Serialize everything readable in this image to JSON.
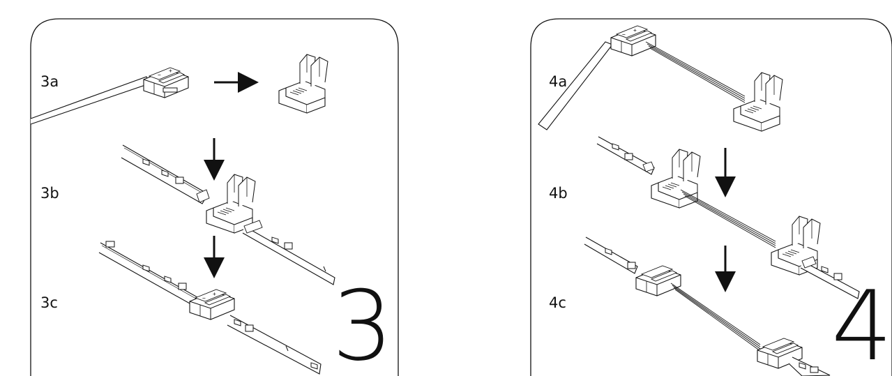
{
  "panel3": {
    "number": "3",
    "steps": [
      {
        "label": "3a"
      },
      {
        "label": "3b"
      },
      {
        "label": "3c"
      }
    ]
  },
  "panel4": {
    "number": "4",
    "steps": [
      {
        "label": "4a"
      },
      {
        "label": "4b"
      },
      {
        "label": "4c"
      }
    ]
  },
  "connector_marks": {
    "plus": "+",
    "minus": "−"
  },
  "colors": {
    "line": "#111111",
    "background": "#ffffff"
  }
}
